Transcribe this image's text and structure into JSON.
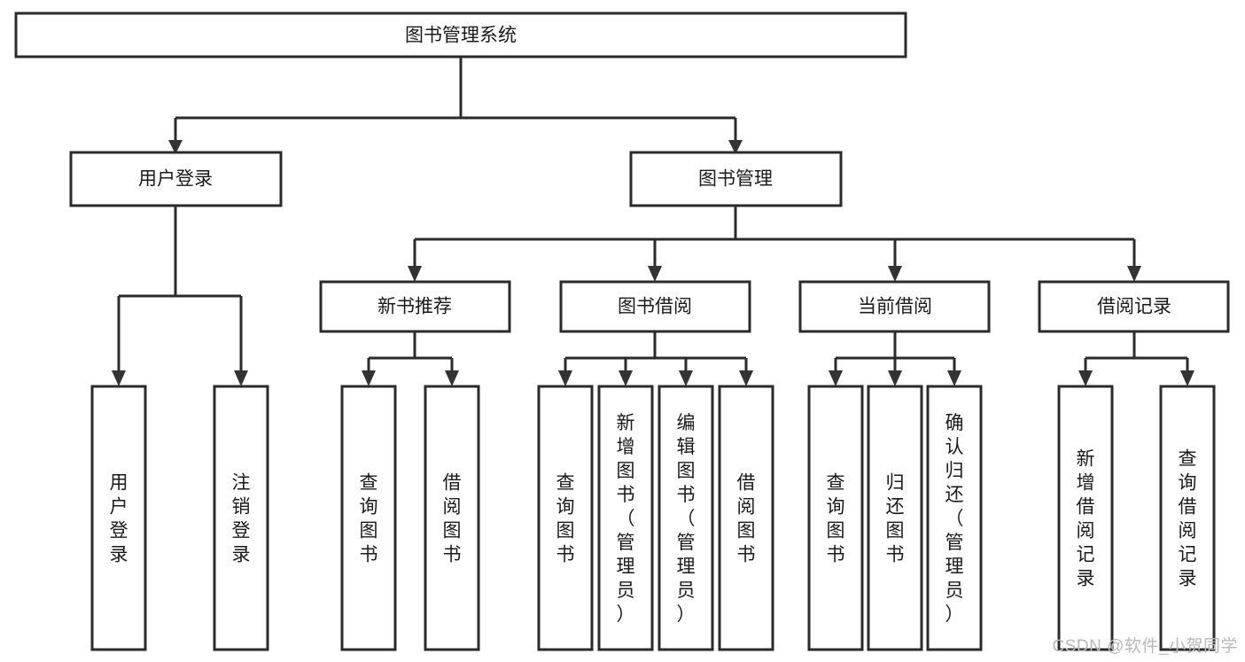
{
  "diagram": {
    "title": "图书管理系统",
    "type": "tree-hierarchy",
    "watermark": "CSDN @软件_小贺同学",
    "colors": {
      "box_stroke": "#2b2b2b",
      "box_fill": "#ffffff",
      "connector": "#2b2b2b",
      "text": "#1a1a1a",
      "watermark": "#b8b8b8"
    },
    "nodes": {
      "root": {
        "label": "图书管理系统"
      },
      "level1": [
        {
          "label": "用户登录"
        },
        {
          "label": "图书管理"
        }
      ],
      "level2": [
        {
          "label": "新书推荐"
        },
        {
          "label": "图书借阅"
        },
        {
          "label": "当前借阅"
        },
        {
          "label": "借阅记录"
        }
      ],
      "leaves_user_login": [
        {
          "label": "用户登录"
        },
        {
          "label": "注销登录"
        }
      ],
      "leaves_new_book": [
        {
          "label": "查询图书"
        },
        {
          "label": "借阅图书"
        }
      ],
      "leaves_borrow": [
        {
          "label": "查询图书"
        },
        {
          "label": "新增图书（管理员）"
        },
        {
          "label": "编辑图书（管理员）"
        },
        {
          "label": "借阅图书"
        }
      ],
      "leaves_current": [
        {
          "label": "查询图书"
        },
        {
          "label": "归还图书"
        },
        {
          "label": "确认归还（管理员）"
        }
      ],
      "leaves_record": [
        {
          "label": "新增借阅记录"
        },
        {
          "label": "查询借阅记录"
        }
      ]
    }
  }
}
